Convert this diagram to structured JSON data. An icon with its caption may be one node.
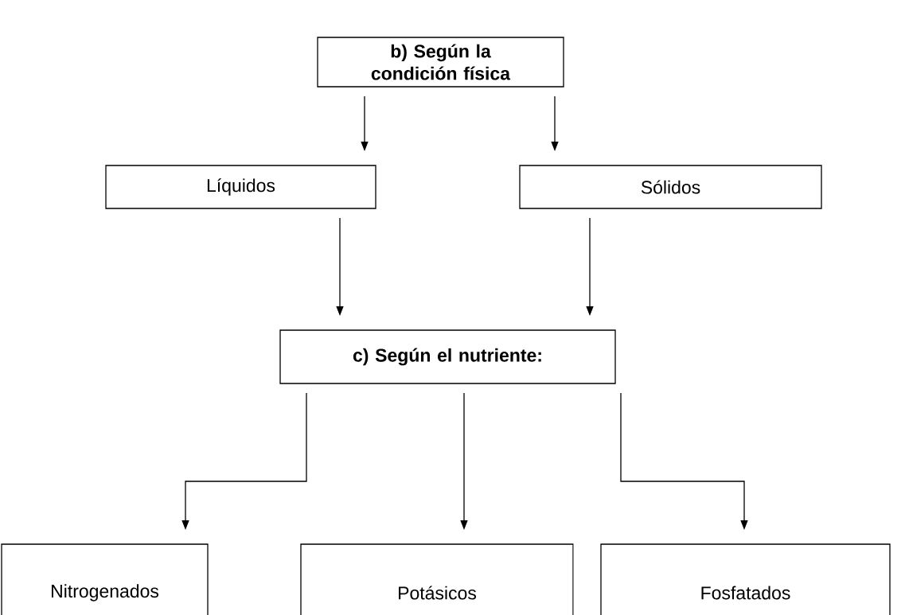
{
  "diagram": {
    "nodes": [
      {
        "text": [
          "**b) Según la condición física**"
        ]
      },
      {
        "text": [
          "Líquidos"
        ]
      },
      {
        "text": [
          "Sólidos"
        ]
      },
      {
        "text": [
          "**c) Según el nutriente:**"
        ]
      },
      {
        "text": [
          "Nitrogenados"
        ]
      },
      {
        "text": [
          "Potásicos"
        ]
      },
      {
        "text": [
          "Fosfatados"
        ]
      }
    ],
    "edges": [
      {
        "from": 0,
        "to": 1,
        "arrow": "to"
      },
      {
        "from": 0,
        "to": 2,
        "arrow": "to"
      },
      {
        "from": 1,
        "to": 3,
        "arrow": "to"
      },
      {
        "from": 2,
        "to": 3,
        "arrow": "to"
      },
      {
        "from": 3,
        "to": 4,
        "arrow": "to"
      },
      {
        "from": 3,
        "to": 5,
        "arrow": "to"
      },
      {
        "from": 3,
        "to": 6,
        "arrow": "to"
      }
    ]
  }
}
